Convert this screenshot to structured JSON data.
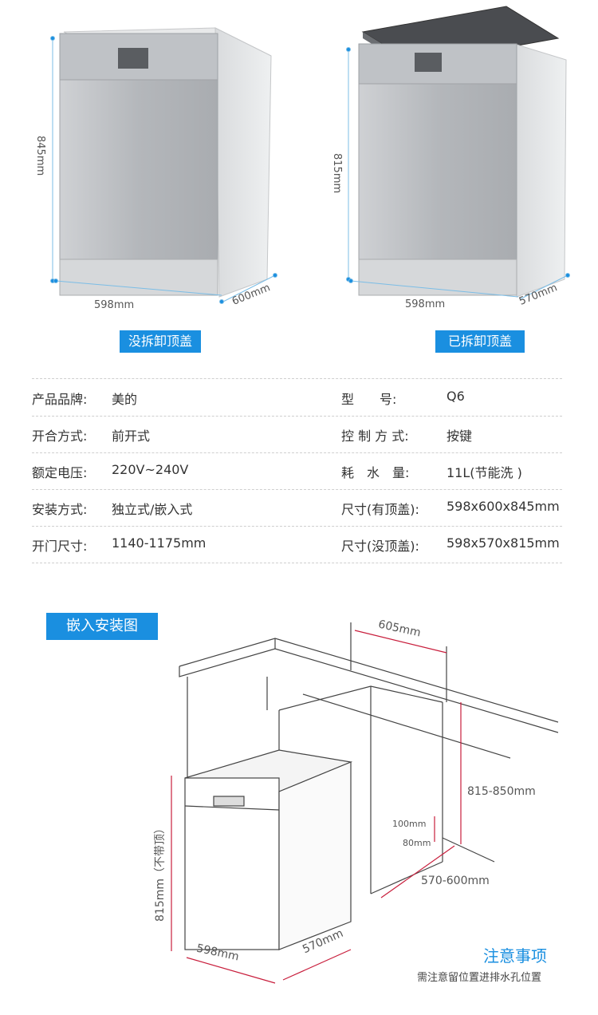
{
  "top_left": {
    "height_label": "845mm",
    "width_label": "598mm",
    "depth_label": "600mm",
    "caption": "没拆卸顶盖"
  },
  "top_right": {
    "height_label": "815mm",
    "width_label": "598mm",
    "depth_label": "570mm",
    "caption": "已拆卸顶盖"
  },
  "specs": [
    {
      "k1": "产品品牌:",
      "v1": "美的",
      "k2": "型　　号:",
      "v2": "Q6"
    },
    {
      "k1": "开合方式:",
      "v1": "前开式",
      "k2": "控 制 方 式:",
      "v2": "按键"
    },
    {
      "k1": "额定电压:",
      "v1": "220V~240V",
      "k2": "耗　水　量:",
      "v2": "11L(节能洗 )"
    },
    {
      "k1": "安装方式:",
      "v1": "独立式/嵌入式",
      "k2": "尺寸(有顶盖):",
      "v2": "598x600x845mm"
    },
    {
      "k1": "开门尺寸:",
      "v1": "1140-1175mm",
      "k2": "尺寸(没顶盖):",
      "v2": "598x570x815mm"
    }
  ],
  "install": {
    "title": "嵌入安装图",
    "dim_605": "605mm",
    "dim_815_850": "815-850mm",
    "dim_100": "100mm",
    "dim_80": "80mm",
    "dim_570_600": "570-600mm",
    "dim_815": "815mm（不带顶）",
    "dim_598": "598mm",
    "dim_570": "570mm",
    "note_title": "注意事项",
    "note_text": "需注意留位置进排水孔位置"
  },
  "colors": {
    "accent": "#1a8fe0",
    "dim_line": "#c81e3c",
    "steel": "#b9bcc0"
  }
}
